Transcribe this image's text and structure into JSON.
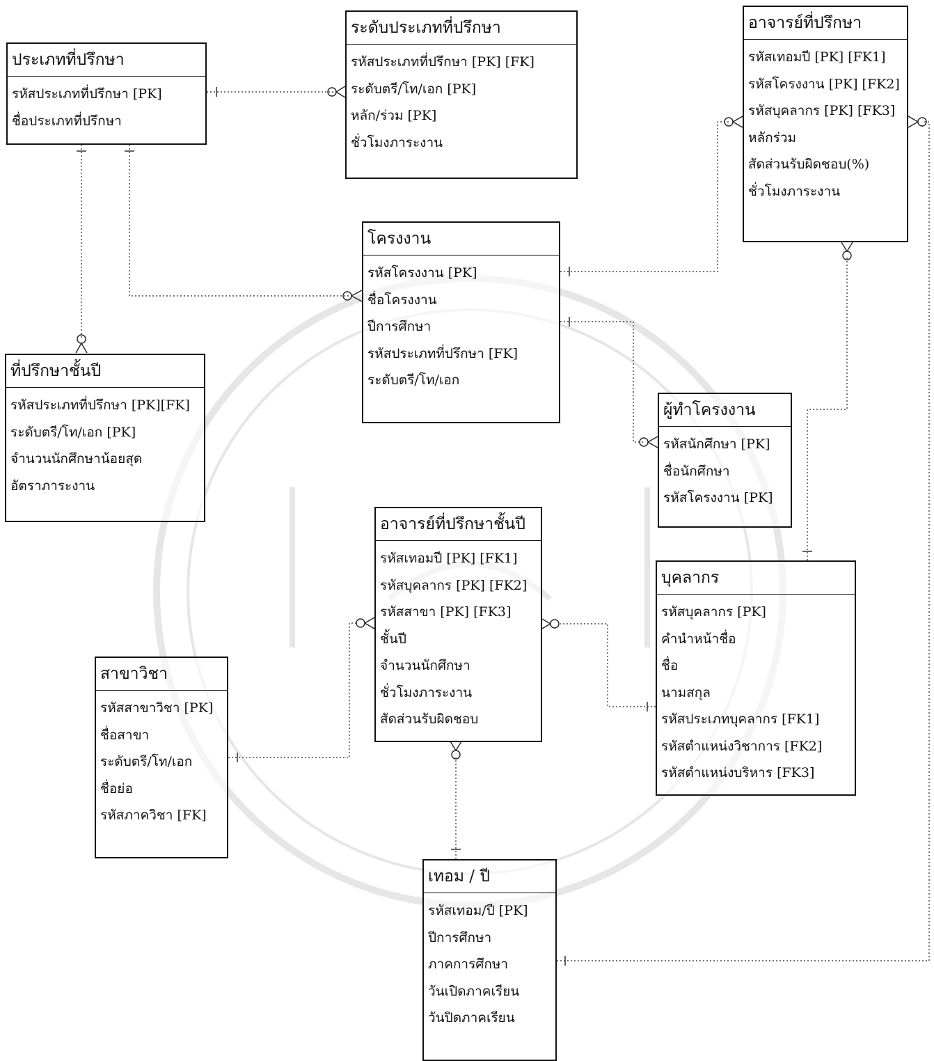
{
  "entities": [
    {
      "name": "ประเภทที่ปรึกษา",
      "attributes": [
        "รหัสประเภทที่ปรึกษา [PK]",
        "ชื่อประเภทที่ปรึกษา"
      ]
    },
    {
      "name": "ระดับประเภทที่ปรึกษา",
      "attributes": [
        "รหัสประเภทที่ปรึกษา [PK] [FK]",
        "ระดับตรี/โท/เอก [PK]",
        "หลัก/ร่วม [PK]",
        "ชั่วโมงภาระงาน"
      ]
    },
    {
      "name": "อาจารย์ที่ปรึกษา",
      "attributes": [
        "รหัสเทอมปี [PK] [FK1]",
        "รหัสโครงงาน [PK] [FK2]",
        "รหัสบุคลากร [PK] [FK3]",
        "หลักร่วม",
        "สัดส่วนรับผิดชอบ(%)",
        "ชั่วโมงภาระงาน"
      ]
    },
    {
      "name": "โครงงาน",
      "attributes": [
        "รหัสโครงงาน [PK]",
        "ชื่อโครงงาน",
        "ปีการศึกษา",
        "รหัสประเภทที่ปรึกษา [FK]",
        "ระดับตรี/โท/เอก"
      ]
    },
    {
      "name": "ที่ปรึกษาชั้นปี",
      "attributes": [
        "รหัสประเภทที่ปรึกษา [PK][FK]",
        "ระดับตรี/โท/เอก [PK]",
        "จำนวนนักศึกษาน้อยสุด",
        "อัตราภาระงาน"
      ]
    },
    {
      "name": "ผู้ทำโครงงาน",
      "attributes": [
        "รหัสนักศึกษา [PK]",
        "ชื่อนักศึกษา",
        "รหัสโครงงาน [PK]"
      ]
    },
    {
      "name": "อาจารย์ที่ปรึกษาชั้นปี",
      "attributes": [
        "รหัสเทอมปี [PK] [FK1]",
        "รหัสบุคลากร [PK] [FK2]",
        "รหัสสาขา [PK] [FK3]",
        "ชั้นปี",
        "จำนวนนักศึกษา",
        "ชั่วโมงภาระงาน",
        "สัดส่วนรับผิดชอบ"
      ]
    },
    {
      "name": "บุคลากร",
      "attributes": [
        "รหัสบุคลากร [PK]",
        "คำนำหน้าชื่อ",
        "ชื่อ",
        "นามสกุล",
        "รหัสประเภทบุคลากร [FK1]",
        "รหัสตำแหน่งวิชาการ [FK2]",
        "รหัสตำแหน่งบริหาร [FK3]"
      ]
    },
    {
      "name": "สาขาวิชา",
      "attributes": [
        "รหัสสาขาวิชา [PK]",
        "ชื่อสาขา",
        "ระดับตรี/โท/เอก",
        "ชื่อย่อ",
        "รหัสภาควิชา [FK]"
      ]
    },
    {
      "name": "เทอม / ปี",
      "attributes": [
        "รหัสเทอม/ปี [PK]",
        "ปีการศึกษา",
        "ภาคการศึกษา",
        "วันเปิดภาคเรียน",
        "วันปิดภาคเรียน"
      ]
    }
  ]
}
